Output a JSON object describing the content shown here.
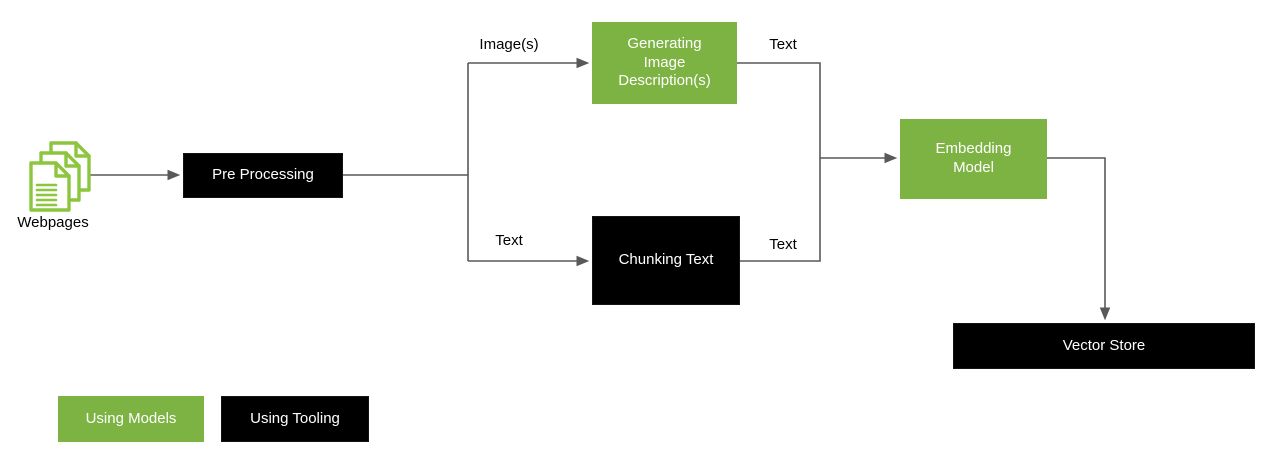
{
  "diagram": {
    "nodes": {
      "webpages": {
        "label": "Webpages",
        "type": "source-icon"
      },
      "pre_processing": {
        "label": "Pre Processing",
        "type": "tooling"
      },
      "generating": {
        "label": "Generating Image Description(s)",
        "label_lines": [
          "Generating",
          "Image",
          "Description(s)"
        ],
        "type": "model"
      },
      "chunking": {
        "label": "Chunking Text",
        "type": "tooling"
      },
      "embedding": {
        "label": "Embedding Model",
        "label_lines": [
          "Embedding",
          "Model"
        ],
        "type": "model"
      },
      "vector_store": {
        "label": "Vector Store",
        "type": "tooling"
      }
    },
    "edges": [
      {
        "from": "webpages",
        "to": "pre_processing",
        "label": ""
      },
      {
        "from": "pre_processing",
        "to": "generating",
        "label": "Image(s)"
      },
      {
        "from": "pre_processing",
        "to": "chunking",
        "label": "Text"
      },
      {
        "from": "generating",
        "to": "embedding",
        "label": "Text"
      },
      {
        "from": "chunking",
        "to": "embedding",
        "label": "Text"
      },
      {
        "from": "embedding",
        "to": "vector_store",
        "label": ""
      }
    ],
    "edge_labels": {
      "images_branch": "Image(s)",
      "text_branch": "Text",
      "generating_out": "Text",
      "chunking_out": "Text"
    },
    "legend": {
      "models_label": "Using Models",
      "tooling_label": "Using Tooling"
    },
    "colors": {
      "model_green": "#7cb342",
      "tooling_black": "#000000",
      "connector_gray": "#595959",
      "icon_green": "#8cc63f",
      "label_text": "#000000",
      "node_text": "#ffffff"
    }
  }
}
